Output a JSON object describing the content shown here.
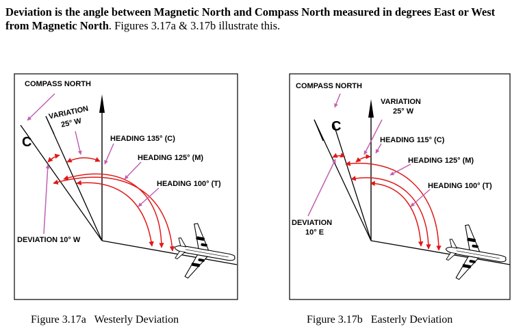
{
  "intro": {
    "bold": "Deviation is the angle between Magnetic North and Compass North measured in degrees East or West from Magnetic North",
    "normal": ". Figures 3.17a & 3.17b illustrate this."
  },
  "figure_a": {
    "compass_north": "COMPASS NORTH",
    "compass_letter": "C",
    "variation": "VARIATION",
    "variation_value": "25° W",
    "heading_c": "HEADING 135° (C)",
    "heading_m": "HEADING 125° (M)",
    "heading_t": "HEADING 100° (T)",
    "deviation": "DEVIATION 10° W",
    "caption": "Figure 3.17a   Westerly Deviation"
  },
  "figure_b": {
    "compass_north": "COMPASS NORTH",
    "compass_letter": "C",
    "variation": "VARIATION",
    "variation_value": "25° W",
    "heading_c": "HEADING 115° (C)",
    "heading_m": "HEADING 125° (M)",
    "heading_t": "HEADING 100° (T)",
    "deviation": "DEVIATION",
    "deviation_value": "10° E",
    "caption": "Figure 3.17b   Easterly Deviation"
  },
  "colors": {
    "arrow_red": "#e01818",
    "pointer_magenta": "#c060b0"
  }
}
